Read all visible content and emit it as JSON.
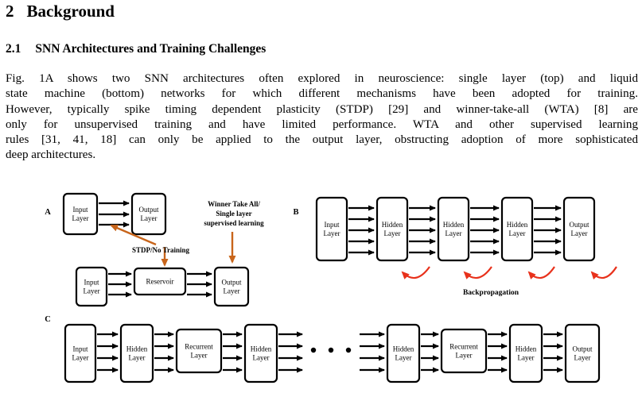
{
  "section": {
    "number": "2",
    "title": "Background"
  },
  "subsection": {
    "number": "2.1",
    "title": "SNN Architectures and Training Challenges"
  },
  "paragraph_lines": [
    "Fig. 1A shows two SNN architectures often explored in neuroscience: single layer (top) and liquid",
    "state machine (bottom) networks for which different mechanisms have been adopted for training.",
    "However, typically spike timing dependent plasticity (STDP) [29] and winner-take-all (WTA) [8] are",
    "only for unsupervised training and have limited performance. WTA and other supervised learning",
    "rules  [31, 41, 18] can only be applied to the output layer, obstructing adoption of more sophisticated",
    "deep architectures."
  ],
  "figure": {
    "panel_labels": {
      "a": "A",
      "b": "B",
      "c": "C"
    },
    "panel_a": {
      "input_layer": [
        "Input",
        "Layer"
      ],
      "output_layer": [
        "Output",
        "Layer"
      ],
      "wta_note": [
        "Winner Take All/",
        "Single layer",
        "supervised learning"
      ],
      "stdp_note": "STDP/No Training",
      "lsm_input": [
        "Input",
        "Layer"
      ],
      "reservoir": "Reservoir",
      "lsm_output": [
        "Output",
        "Layer"
      ]
    },
    "panel_b": {
      "layers": [
        [
          "Input",
          "Layer"
        ],
        [
          "Hidden",
          "Layer"
        ],
        [
          "Hidden",
          "Layer"
        ],
        [
          "Hidden",
          "Layer"
        ],
        [
          "Output",
          "Layer"
        ]
      ],
      "caption": "Backpropagation"
    },
    "panel_c": {
      "layers": [
        [
          "Input",
          "Layer"
        ],
        [
          "Hidden",
          "Layer"
        ],
        [
          "Recurrent",
          "Layer"
        ],
        [
          "Hidden",
          "Layer"
        ],
        [
          "Hidden",
          "Layer"
        ],
        [
          "Recurrent",
          "Layer"
        ],
        [
          "Hidden",
          "Layer"
        ],
        [
          "Output",
          "Layer"
        ]
      ]
    },
    "colors": {
      "feedback_orange": "#c8651b",
      "backprop_red": "#e8311b",
      "stroke": "#000000"
    }
  }
}
